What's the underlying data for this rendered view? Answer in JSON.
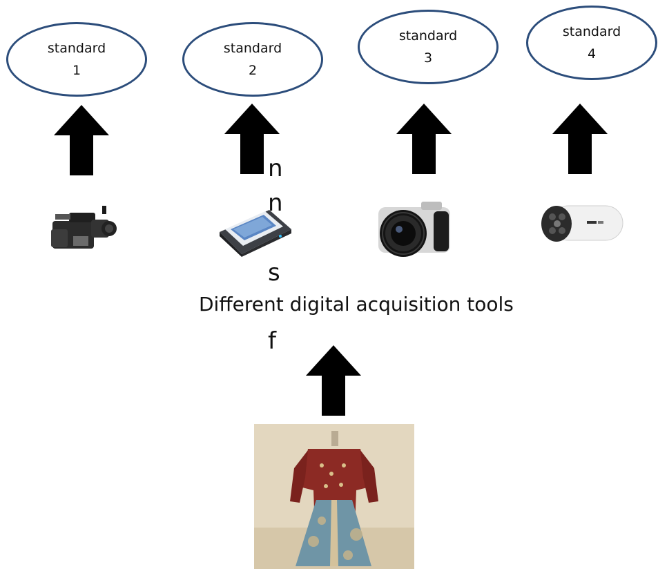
{
  "standards": [
    {
      "line1": "standard",
      "line2": "1"
    },
    {
      "line1": "standard",
      "line2": "2"
    },
    {
      "line1": "standard",
      "line2": "3"
    },
    {
      "line1": "standard",
      "line2": "4"
    }
  ],
  "side_fragments": [
    "n",
    "n",
    "s",
    "f"
  ],
  "caption": "Different digital acquisition tools",
  "devices": [
    "video-camera",
    "flatbed-scanner",
    "dslr-camera",
    "bullet-cctv-camera"
  ],
  "source_object": "embroidered-garment-photo",
  "colors": {
    "ellipse_border": "#2c4d7b",
    "arrow": "#000000"
  }
}
